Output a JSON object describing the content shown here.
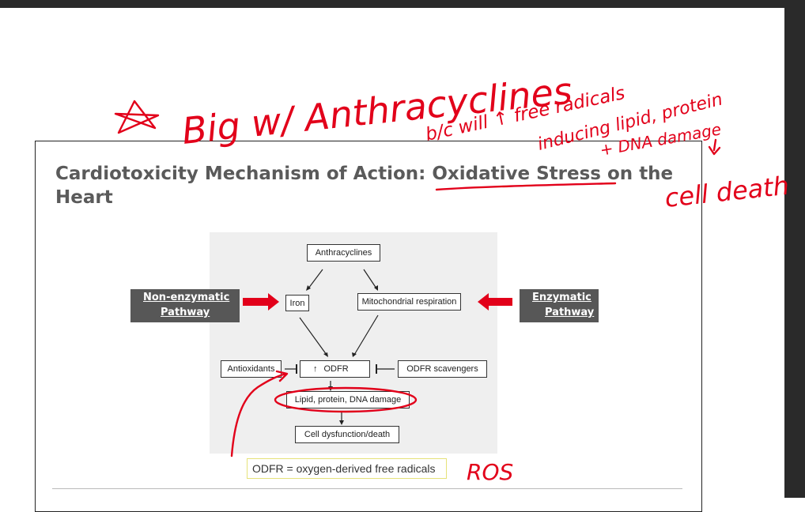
{
  "slide": {
    "title_part1": "Cardiotoxicity Mechanism of Action: ",
    "title_highlight": "Oxidative Stress",
    "title_part2": " on the Heart"
  },
  "diagram": {
    "anthracyclines": "Anthracyclines",
    "iron": "Iron",
    "mito": "Mitochondrial respiration",
    "antioxidants": "Antioxidants",
    "odfr": "ODFR",
    "odfr_arrow": "↑",
    "scavengers": "ODFR scavengers",
    "damage": "Lipid, protein, DNA damage",
    "death": "Cell dysfunction/death"
  },
  "pathways": {
    "non_enzymatic_line1": "Non-enzymatic",
    "non_enzymatic_line2": "Pathway",
    "enzymatic_line1": "Enzymatic",
    "enzymatic_line2": "Pathway"
  },
  "legend": "ODFR = oxygen-derived free radicals",
  "annotations": {
    "line1": "Big w/ Anthracyclines",
    "line2a": "b/c will ↑ free radicals",
    "line2b": "inducing lipid, protein",
    "line2c": "+ DNA damage",
    "line3": "cell death",
    "ros": "ROS"
  },
  "colors": {
    "ink": "#e2001a",
    "title": "#5a5a5a",
    "pathway_bg": "#575757",
    "chrome": "#2a2a2a"
  }
}
